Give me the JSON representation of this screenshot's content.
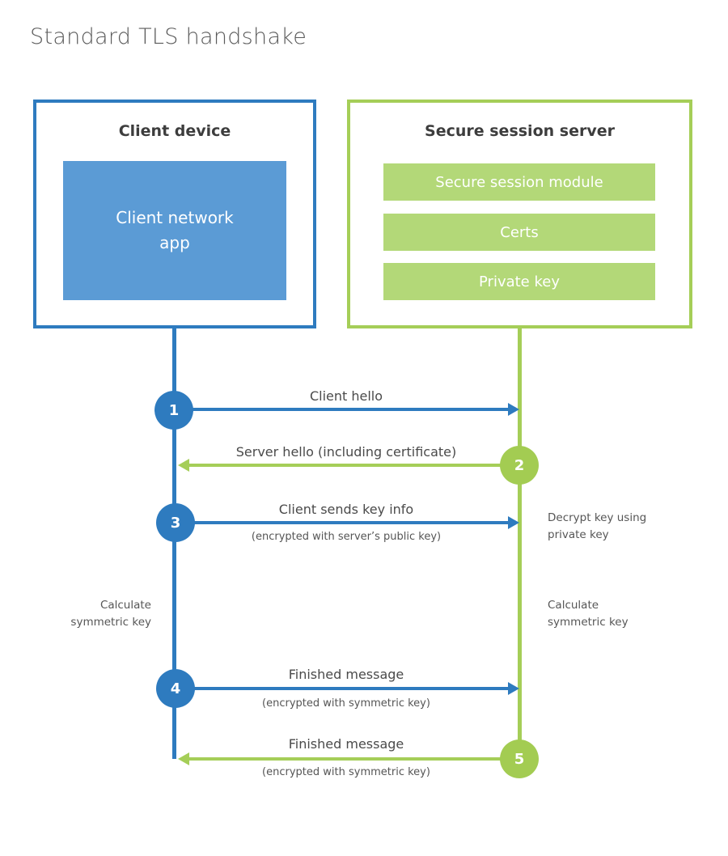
{
  "title": "Standard TLS handshake",
  "colors": {
    "blue": "#2e7bbf",
    "blue_fill": "#5b9bd5",
    "green": "#a5ce58",
    "green_fill": "#b3d878"
  },
  "client": {
    "title": "Client device",
    "app_label": "Client network\napp"
  },
  "server": {
    "title": "Secure session server",
    "modules": [
      {
        "label": "Secure session module"
      },
      {
        "label": "Certs"
      },
      {
        "label": "Private key"
      }
    ]
  },
  "steps": [
    {
      "number": "1",
      "label": "Client hello",
      "sublabel": "",
      "direction": "client-to-server",
      "color": "blue"
    },
    {
      "number": "2",
      "label": "Server hello (including certificate)",
      "sublabel": "",
      "direction": "server-to-client",
      "color": "green"
    },
    {
      "number": "3",
      "label": "Client sends key info",
      "sublabel": "(encrypted with server’s public key)",
      "direction": "client-to-server",
      "color": "blue"
    },
    {
      "number": "4",
      "label": "Finished message",
      "sublabel": "(encrypted with symmetric key)",
      "direction": "client-to-server",
      "color": "blue"
    },
    {
      "number": "5",
      "label": "Finished message",
      "sublabel": "(encrypted with symmetric key)",
      "direction": "server-to-client",
      "color": "green"
    }
  ],
  "annotations": {
    "decrypt": "Decrypt key using\nprivate key",
    "calc_left": "Calculate\nsymmetric key",
    "calc_right": "Calculate\nsymmetric key"
  }
}
